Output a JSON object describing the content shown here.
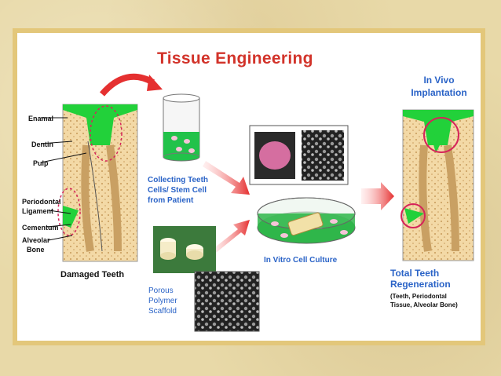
{
  "title": "Tissue Engineering",
  "tooth_labels": [
    "Enamal",
    "Dentin",
    "Pulp",
    "Periodontal",
    "Ligament",
    "Cementum",
    "Alveolar",
    "Bone"
  ],
  "damaged_caption": "Damaged Teeth",
  "collecting": [
    "Collecting Teeth",
    "Cells/ Stem Cell",
    "from Patient"
  ],
  "scaffold": [
    "Porous",
    "Polymer",
    "Scaffold"
  ],
  "culture": "In Vitro Cell Culture",
  "implant": [
    "In Vivo",
    "Implantation"
  ],
  "regen": [
    "Total Teeth",
    "Regeneration"
  ],
  "regen_detail": [
    "(Teeth, Periodontal",
    "Tissue, Alveolar Bone)"
  ],
  "colors": {
    "title": "#d2332a",
    "label_blue": "#2a63c7",
    "green": "#22d13a",
    "arrow": "#e53030",
    "frame": "#e3c77a"
  }
}
